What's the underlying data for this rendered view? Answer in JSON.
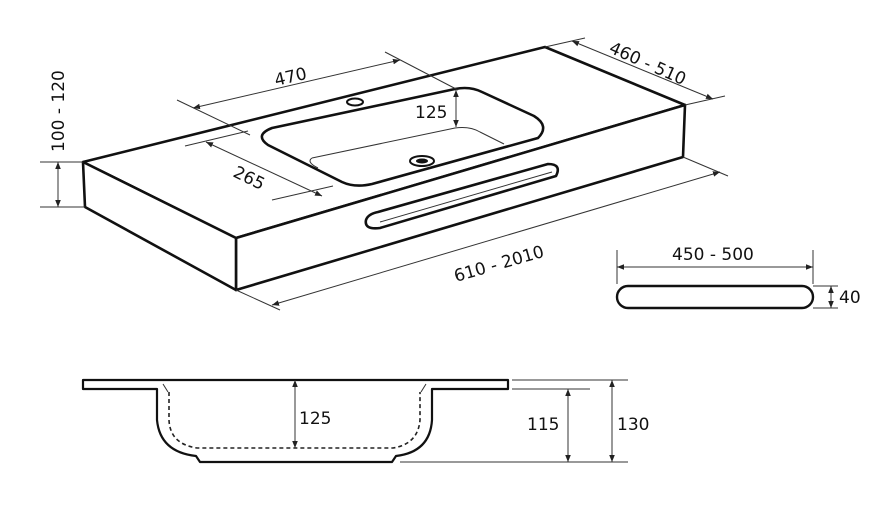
{
  "dimensions": {
    "basin_width": "470",
    "basin_depth_top": "125",
    "depth_range": "460 - 510",
    "height_range": "100 - 120",
    "basin_offset": "265",
    "length_range": "610 - 2010",
    "handle_length": "450 - 500",
    "handle_height": "40",
    "section_basin_depth": "125",
    "section_inner_height": "115",
    "section_total_height": "130"
  }
}
